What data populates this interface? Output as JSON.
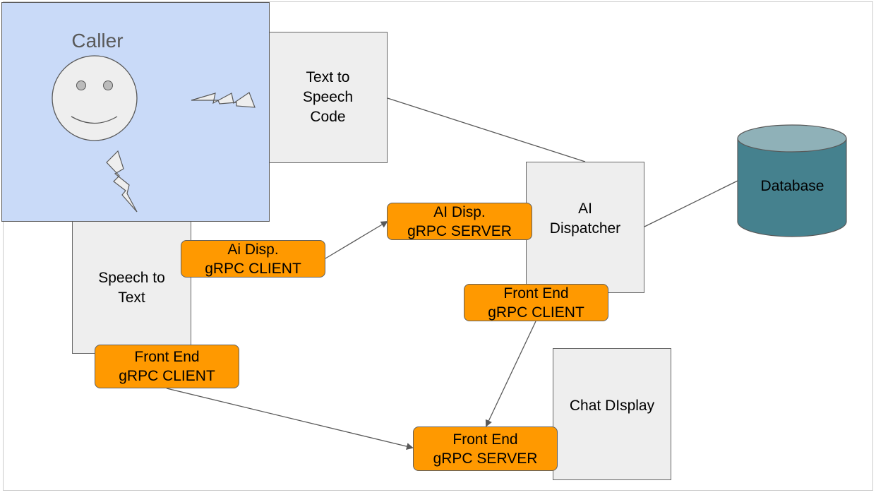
{
  "diagram": {
    "title": "",
    "colors": {
      "caller_fill": "#c9daf8",
      "component_fill": "#eeeeee",
      "grpc_fill": "#ff9900",
      "database_body": "#45818e",
      "database_top": "#8fb1b8",
      "line": "#595959"
    },
    "caller": {
      "label": "Caller",
      "icons": [
        "smiley-face-icon",
        "lightning-bolt-icon",
        "lightning-bolt-icon"
      ]
    },
    "components": {
      "text_to_speech": "Text to\nSpeech\nCode",
      "speech_to_text": "Speech to\nText",
      "ai_dispatcher": "AI\nDispatcher",
      "chat_display": "Chat DIsplay",
      "database": "Database"
    },
    "grpc": {
      "ai_disp_client": "Ai Disp.\ngRPC CLIENT",
      "ai_disp_server": "AI Disp.\ngRPC SERVER",
      "front_end_client_stt": "Front End\ngRPC CLIENT",
      "front_end_client_ai": "Front End\ngRPC CLIENT",
      "front_end_server": "Front End\ngRPC SERVER"
    },
    "connections": [
      {
        "from": "Text to Speech Code",
        "to": "AI Dispatcher",
        "arrow": false
      },
      {
        "from": "AI Dispatcher",
        "to": "Database",
        "arrow": false
      },
      {
        "from": "Ai Disp. gRPC CLIENT",
        "to": "AI Disp. gRPC SERVER",
        "arrow": true
      },
      {
        "from": "Front End gRPC CLIENT (Speech to Text)",
        "to": "Front End gRPC SERVER",
        "arrow": true
      },
      {
        "from": "Front End gRPC CLIENT (AI Dispatcher)",
        "to": "Front End gRPC SERVER",
        "arrow": true
      }
    ]
  }
}
